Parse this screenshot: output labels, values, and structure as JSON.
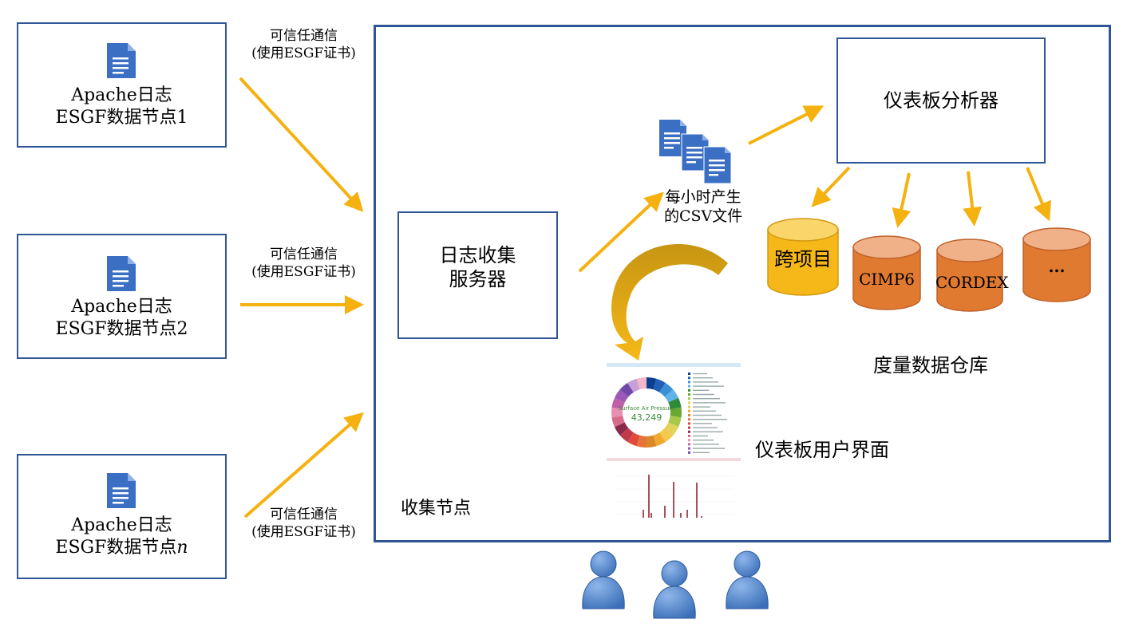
{
  "source_nodes": [
    {
      "line1": "Apache日志",
      "line2": "ESGF数据节点1"
    },
    {
      "line1": "Apache日志",
      "line2": "ESGF数据节点2"
    },
    {
      "line1": "Apache日志",
      "line2_prefix": "ESGF数据节点",
      "line2_italic": "n"
    }
  ],
  "edge_labels": [
    {
      "line1": "可信任通信",
      "line2": "(使用ESGF证书)"
    },
    {
      "line1": "可信任通信",
      "line2": "(使用ESGF证书)"
    },
    {
      "line1": "可信任通信",
      "line2": "(使用ESGF证书)"
    }
  ],
  "collector": {
    "container_label": "收集节点",
    "server_line1": "日志收集",
    "server_line2": "服务器"
  },
  "csv": {
    "line1": "每小时产生",
    "line2": "的CSV文件"
  },
  "analyzer": {
    "label": "仪表板分析器"
  },
  "warehouse": {
    "label": "度量数据仓库",
    "databases": [
      {
        "label": "跨项目",
        "color": "#f5b818",
        "top_color": "#fad66a"
      },
      {
        "label": "CIMP6",
        "color": "#e07a30",
        "top_color": "#f0b088"
      },
      {
        "label": "CORDEX",
        "color": "#e07a30",
        "top_color": "#f0b088"
      },
      {
        "label": "...",
        "color": "#e07a30",
        "top_color": "#f0b088"
      }
    ]
  },
  "dashboard": {
    "label": "仪表板用户界面",
    "donut_title": "Surface Air Pressure",
    "donut_value": "43,249"
  },
  "users": {
    "count": 3
  },
  "colors": {
    "arrow": "#f5b10f",
    "border": "#2f5597",
    "doc_icon": "#3a6fc4",
    "user_icon": "#4a80c8"
  }
}
